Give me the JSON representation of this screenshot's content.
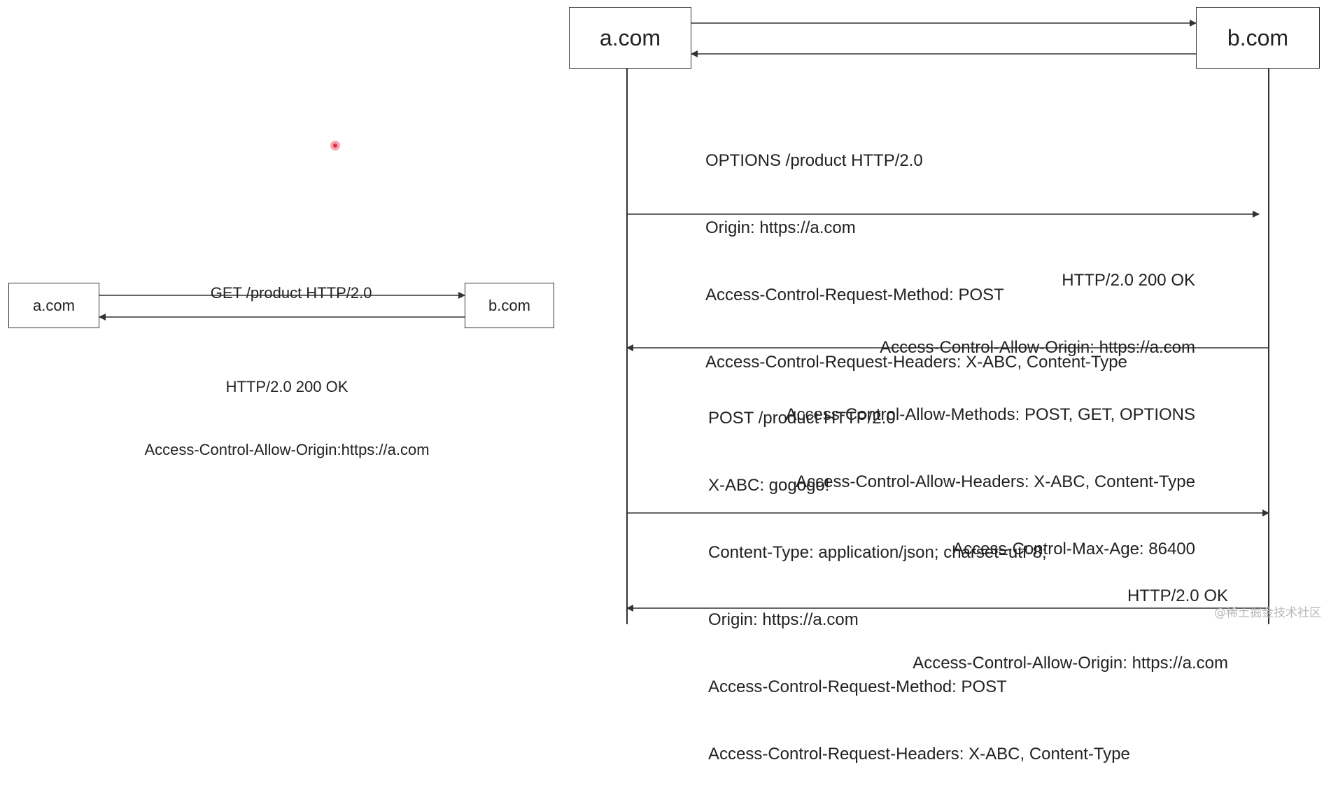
{
  "simple_flow": {
    "client": "a.com",
    "server": "b.com",
    "request": "GET /product HTTP/2.0",
    "response_lines": [
      "HTTP/2.0 200 OK",
      "Access-Control-Allow-Origin:https://a.com"
    ]
  },
  "preflight_flow": {
    "client": "a.com",
    "server": "b.com",
    "options_request": [
      "OPTIONS /product HTTP/2.0",
      "Origin: https://a.com",
      "Access-Control-Request-Method: POST",
      "Access-Control-Request-Headers: X-ABC, Content-Type"
    ],
    "options_response": [
      "HTTP/2.0 200 OK",
      "Access-Control-Allow-Origin: https://a.com",
      "Access-Control-Allow-Methods: POST, GET, OPTIONS",
      "Access-Control-Allow-Headers: X-ABC, Content-Type",
      "Access-Control-Max-Age: 86400"
    ],
    "post_request": [
      "POST /product HTTP/2.0",
      "X-ABC: gogogo!",
      "Content-Type: application/json; charset=utf-8;",
      "Origin: https://a.com",
      "Access-Control-Request-Method: POST",
      "Access-Control-Request-Headers: X-ABC, Content-Type"
    ],
    "post_response": [
      "HTTP/2.0 OK",
      "Access-Control-Allow-Origin: https://a.com"
    ]
  },
  "watermark": "@稀土掘金技术社区",
  "colors": {
    "line": "#333333",
    "text": "#222222",
    "cursor": "#e0304a"
  }
}
